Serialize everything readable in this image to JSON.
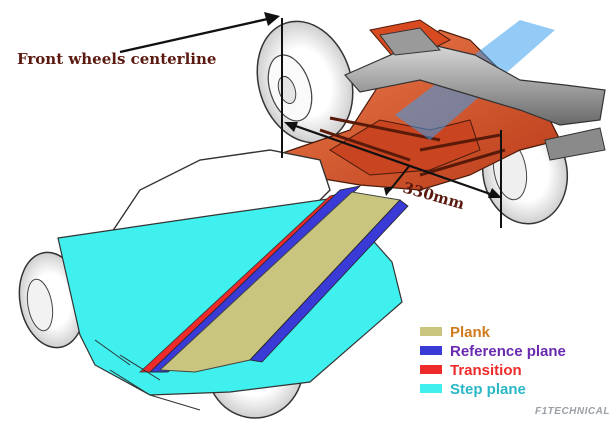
{
  "annotations": {
    "front_wheels_label": "Front wheels centerline",
    "measurement_label": "330mm"
  },
  "legend": [
    {
      "label": "Plank",
      "color": "#c9c47e",
      "text_color": "#d17a1e"
    },
    {
      "label": "Reference plane",
      "color": "#3a3ad6",
      "text_color": "#6a2ab0"
    },
    {
      "label": "Transition",
      "color": "#ee2a2a",
      "text_color": "#ee2a2a"
    },
    {
      "label": "Step plane",
      "color": "#3ff0ee",
      "text_color": "#2ab7c7"
    }
  ],
  "brand": "F1TECHNICAL",
  "colors": {
    "car_body": "#e05a2a",
    "outline": "#333333",
    "step_plane": "#3ff0ee",
    "reference_plane": "#3a3ad6",
    "transition": "#ee2a2a",
    "plank": "#c9c47e",
    "wing_fill": "#7f7f7f"
  }
}
